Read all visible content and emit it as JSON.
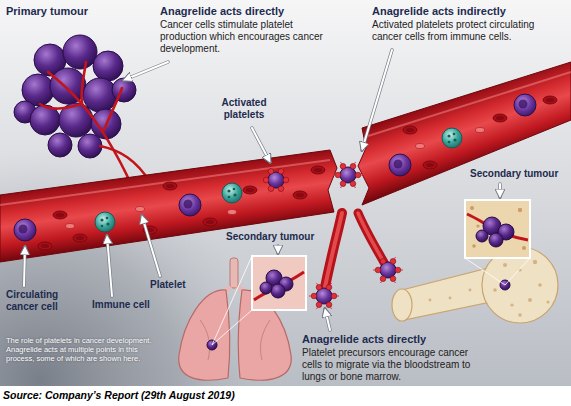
{
  "diagram": {
    "caption": "The role of platelets in cancer development. Anagrelide acts at multiple points in this process, some of which are shown here.",
    "labels": [
      "Primary tumour",
      "Anagrelide acts directly",
      "Cancer cells stimulate platelet production which encourages cancer development.",
      "Anagrelide acts indirectly",
      "Activated platelets protect circulating cancer cells from immune cells.",
      "Activated platelets",
      "Secondary tumour",
      "Secondary tumour",
      "Circulating cancer cell",
      "Immune cell",
      "Platelet",
      "Anagrelide acts directly",
      "Platelet precursors encourage cancer cells to migrate via the bloodstream to lungs or bone marrow.",
      "Source: Company’s Report (29th August 2019)"
    ]
  }
}
